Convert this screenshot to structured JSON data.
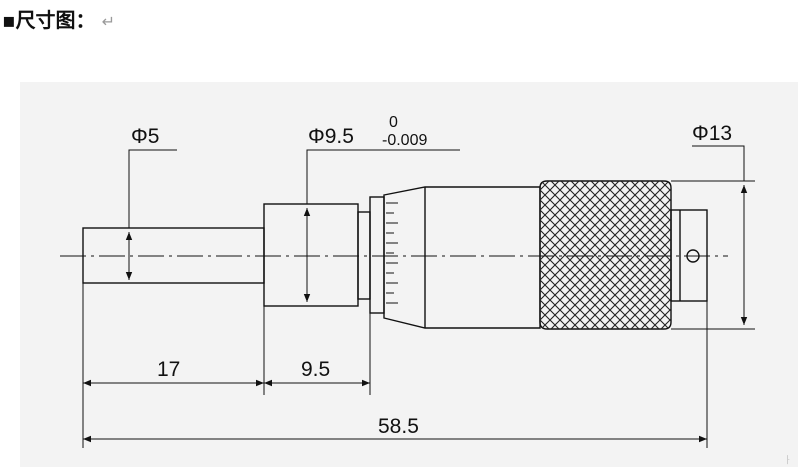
{
  "heading": {
    "bullet": "▪",
    "text": "尺寸图：",
    "return_mark": "↵"
  },
  "drawing": {
    "dims": {
      "shaft_diameter": "Φ5",
      "sleeve_diameter": "Φ9.5",
      "tol_upper": "0",
      "tol_lower": "-0.009",
      "thimble_diameter": "Φ13",
      "shaft_length": "17",
      "sleeve_length": "9.5",
      "overall_length": "58.5"
    }
  },
  "stray_mark": "⸠"
}
